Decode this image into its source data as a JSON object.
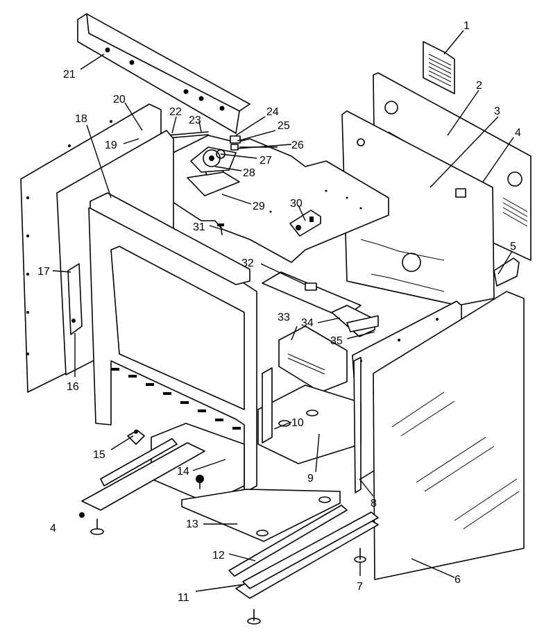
{
  "callouts": [
    {
      "id": "1",
      "text": "1"
    },
    {
      "id": "2",
      "text": "2"
    },
    {
      "id": "3",
      "text": "3"
    },
    {
      "id": "4a",
      "text": "4"
    },
    {
      "id": "4b",
      "text": "4"
    },
    {
      "id": "5",
      "text": "5"
    },
    {
      "id": "6",
      "text": "6"
    },
    {
      "id": "7",
      "text": "7"
    },
    {
      "id": "8",
      "text": "8"
    },
    {
      "id": "9",
      "text": "9"
    },
    {
      "id": "10",
      "text": "10"
    },
    {
      "id": "11",
      "text": "11"
    },
    {
      "id": "12",
      "text": "12"
    },
    {
      "id": "13",
      "text": "13"
    },
    {
      "id": "14",
      "text": "14"
    },
    {
      "id": "15",
      "text": "15"
    },
    {
      "id": "16",
      "text": "16"
    },
    {
      "id": "17",
      "text": "17"
    },
    {
      "id": "18",
      "text": "18"
    },
    {
      "id": "19",
      "text": "19"
    },
    {
      "id": "20",
      "text": "20"
    },
    {
      "id": "21",
      "text": "21"
    },
    {
      "id": "22",
      "text": "22"
    },
    {
      "id": "23",
      "text": "23"
    },
    {
      "id": "24",
      "text": "24"
    },
    {
      "id": "25",
      "text": "25"
    },
    {
      "id": "26",
      "text": "26"
    },
    {
      "id": "27",
      "text": "27"
    },
    {
      "id": "28",
      "text": "28"
    },
    {
      "id": "29",
      "text": "29"
    },
    {
      "id": "30",
      "text": "30"
    },
    {
      "id": "31",
      "text": "31"
    },
    {
      "id": "32",
      "text": "32"
    },
    {
      "id": "33",
      "text": "33"
    },
    {
      "id": "34",
      "text": "34"
    },
    {
      "id": "35",
      "text": "35"
    }
  ]
}
